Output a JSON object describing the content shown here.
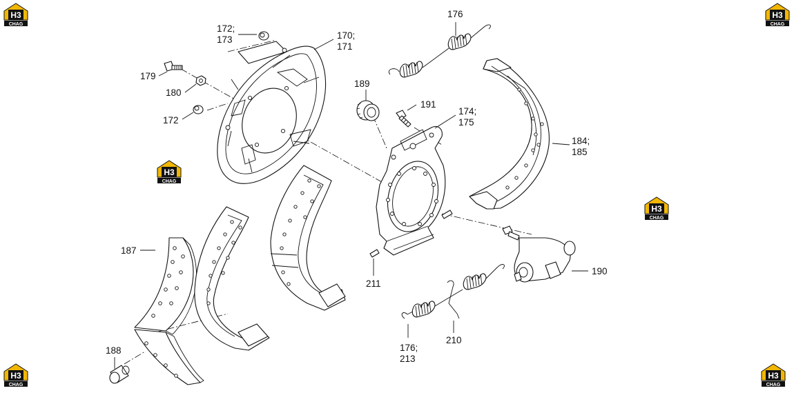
{
  "watermark": {
    "mark": "H3",
    "caption": "CHAG",
    "colors": {
      "roof": "#f2b705",
      "body": "#111111",
      "text": "#ffffff"
    }
  },
  "callouts": {
    "c172_173": [
      "172;",
      "173"
    ],
    "c170_171": [
      "170;",
      "171"
    ],
    "c179": "179",
    "c180": "180",
    "c172": "172",
    "c176_top": "176",
    "c189": "189",
    "c191": "191",
    "c174_175": [
      "174;",
      "175"
    ],
    "c184_185": [
      "184;",
      "185"
    ],
    "c187": "187",
    "c188": "188",
    "c211": "211",
    "c190": "190",
    "c176_213": [
      "176;",
      "213"
    ],
    "c210": "210"
  }
}
